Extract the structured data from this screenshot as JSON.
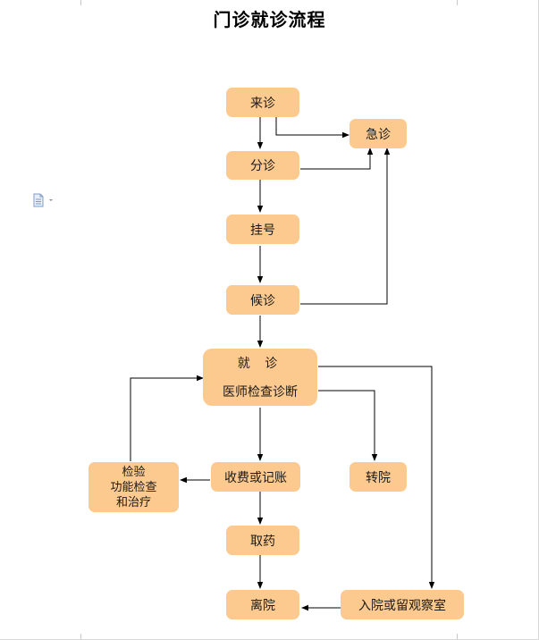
{
  "title": "门诊就诊流程",
  "nodes": {
    "laizhen": "来诊",
    "jizhen": "急诊",
    "fenzhen": "分诊",
    "guahao": "挂号",
    "houzhen": "候诊",
    "jiuzhen_line1": "就 诊",
    "jiuzhen_line2": "医师检查诊断",
    "jianyan_line1": "检验",
    "jianyan_line2": "功能检查",
    "jianyan_line3": "和治疗",
    "shoufei": "收费或记账",
    "zhuanyuan": "转院",
    "quyao": "取药",
    "liyuan": "离院",
    "ruyuan": "入院或留观察室"
  },
  "colors": {
    "node_fill": "#fcc98e",
    "arrow": "#000000"
  },
  "icons": {
    "document": "document-icon"
  }
}
